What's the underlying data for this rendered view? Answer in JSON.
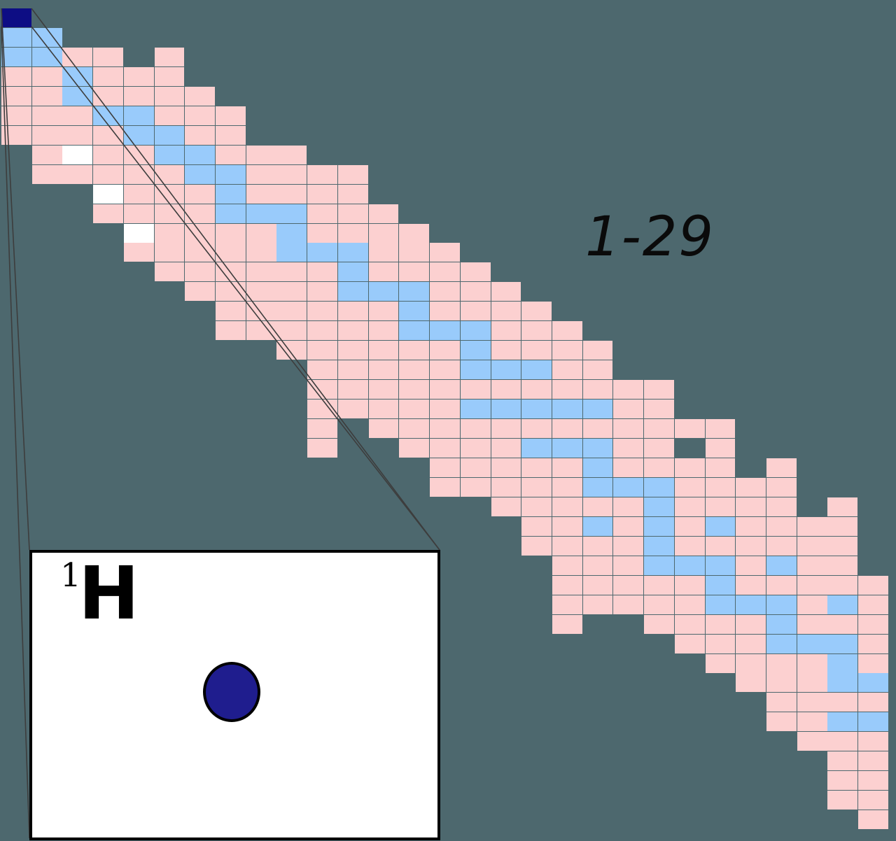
{
  "figure": {
    "type": "nuclide_chart_segment",
    "range_label": "1-29",
    "inset": {
      "mass_number": "1",
      "element_symbol": "H",
      "particle": "proton"
    },
    "legend_colors": {
      "background": "#4d686e",
      "stable_blue": "#99cbfb",
      "radioactive_pink": "#fcd0d0",
      "unknown_white": "#ffffff",
      "highlight_navy": "#0d0d84",
      "proton_fill": "#1f1d8e",
      "magnifier_line": "#3d3d3d"
    },
    "chart_data": {
      "type": "heatmap",
      "columns": 29,
      "rows": 42,
      "x_meaning": "proton number Z (1-29, left to right)",
      "y_meaning": "neutron number N (0-41, top to bottom)",
      "cell_codes": {
        "n": "highlight_navy",
        "b": "stable_blue",
        "p": "radioactive_pink",
        "w": "unknown_white",
        ".": "empty"
      },
      "grid": [
        "n............................",
        "bb...........................",
        "bbpp.p.......................",
        "ppbppp.......................",
        "ppbpppp......................",
        "pppbbppp.....................",
        "ppppbbpp.....................",
        ".pwppbbppp...................",
        ".pppppbbpppp.................",
        "...wpppbpppp.................",
        "...ppppbbbppp................",
        "....wppppbpppp...............",
        "....pppppbbbppp..............",
        ".....ppppppbpppp.............",
        "......pppppbbbppp............",
        ".......ppppppbpppp...........",
        ".......ppppppbbbppp..........",
        ".........ppppppbpppp.........",
        "..........pppppbbbpp.........",
        "..........pppppppppppp.......",
        "..........pppppbbbbbpp.......",
        "..........p.pppppppppppp.....",
        "..........p..ppppbbbpp.p.....",
        "..............pppppbpppp.p...",
        "..............pppppbbbpppp...",
        "................pppppbpppp.p.",
        ".................ppbpbpbpppp.",
        ".................ppppbpppppp.",
        "..................pppbbbpbpp.",
        "..................pppppbppppp",
        "..................pppppbbbpbp",
        "..................p..ppppbppp",
        "......................pppbbbp",
        ".......................ppppbp",
        "........................pppbb",
        ".........................pppp",
        ".........................ppbb",
        "..........................ppp",
        "...........................pp",
        "...........................pp",
        "...........................pp",
        "............................p"
      ]
    }
  }
}
